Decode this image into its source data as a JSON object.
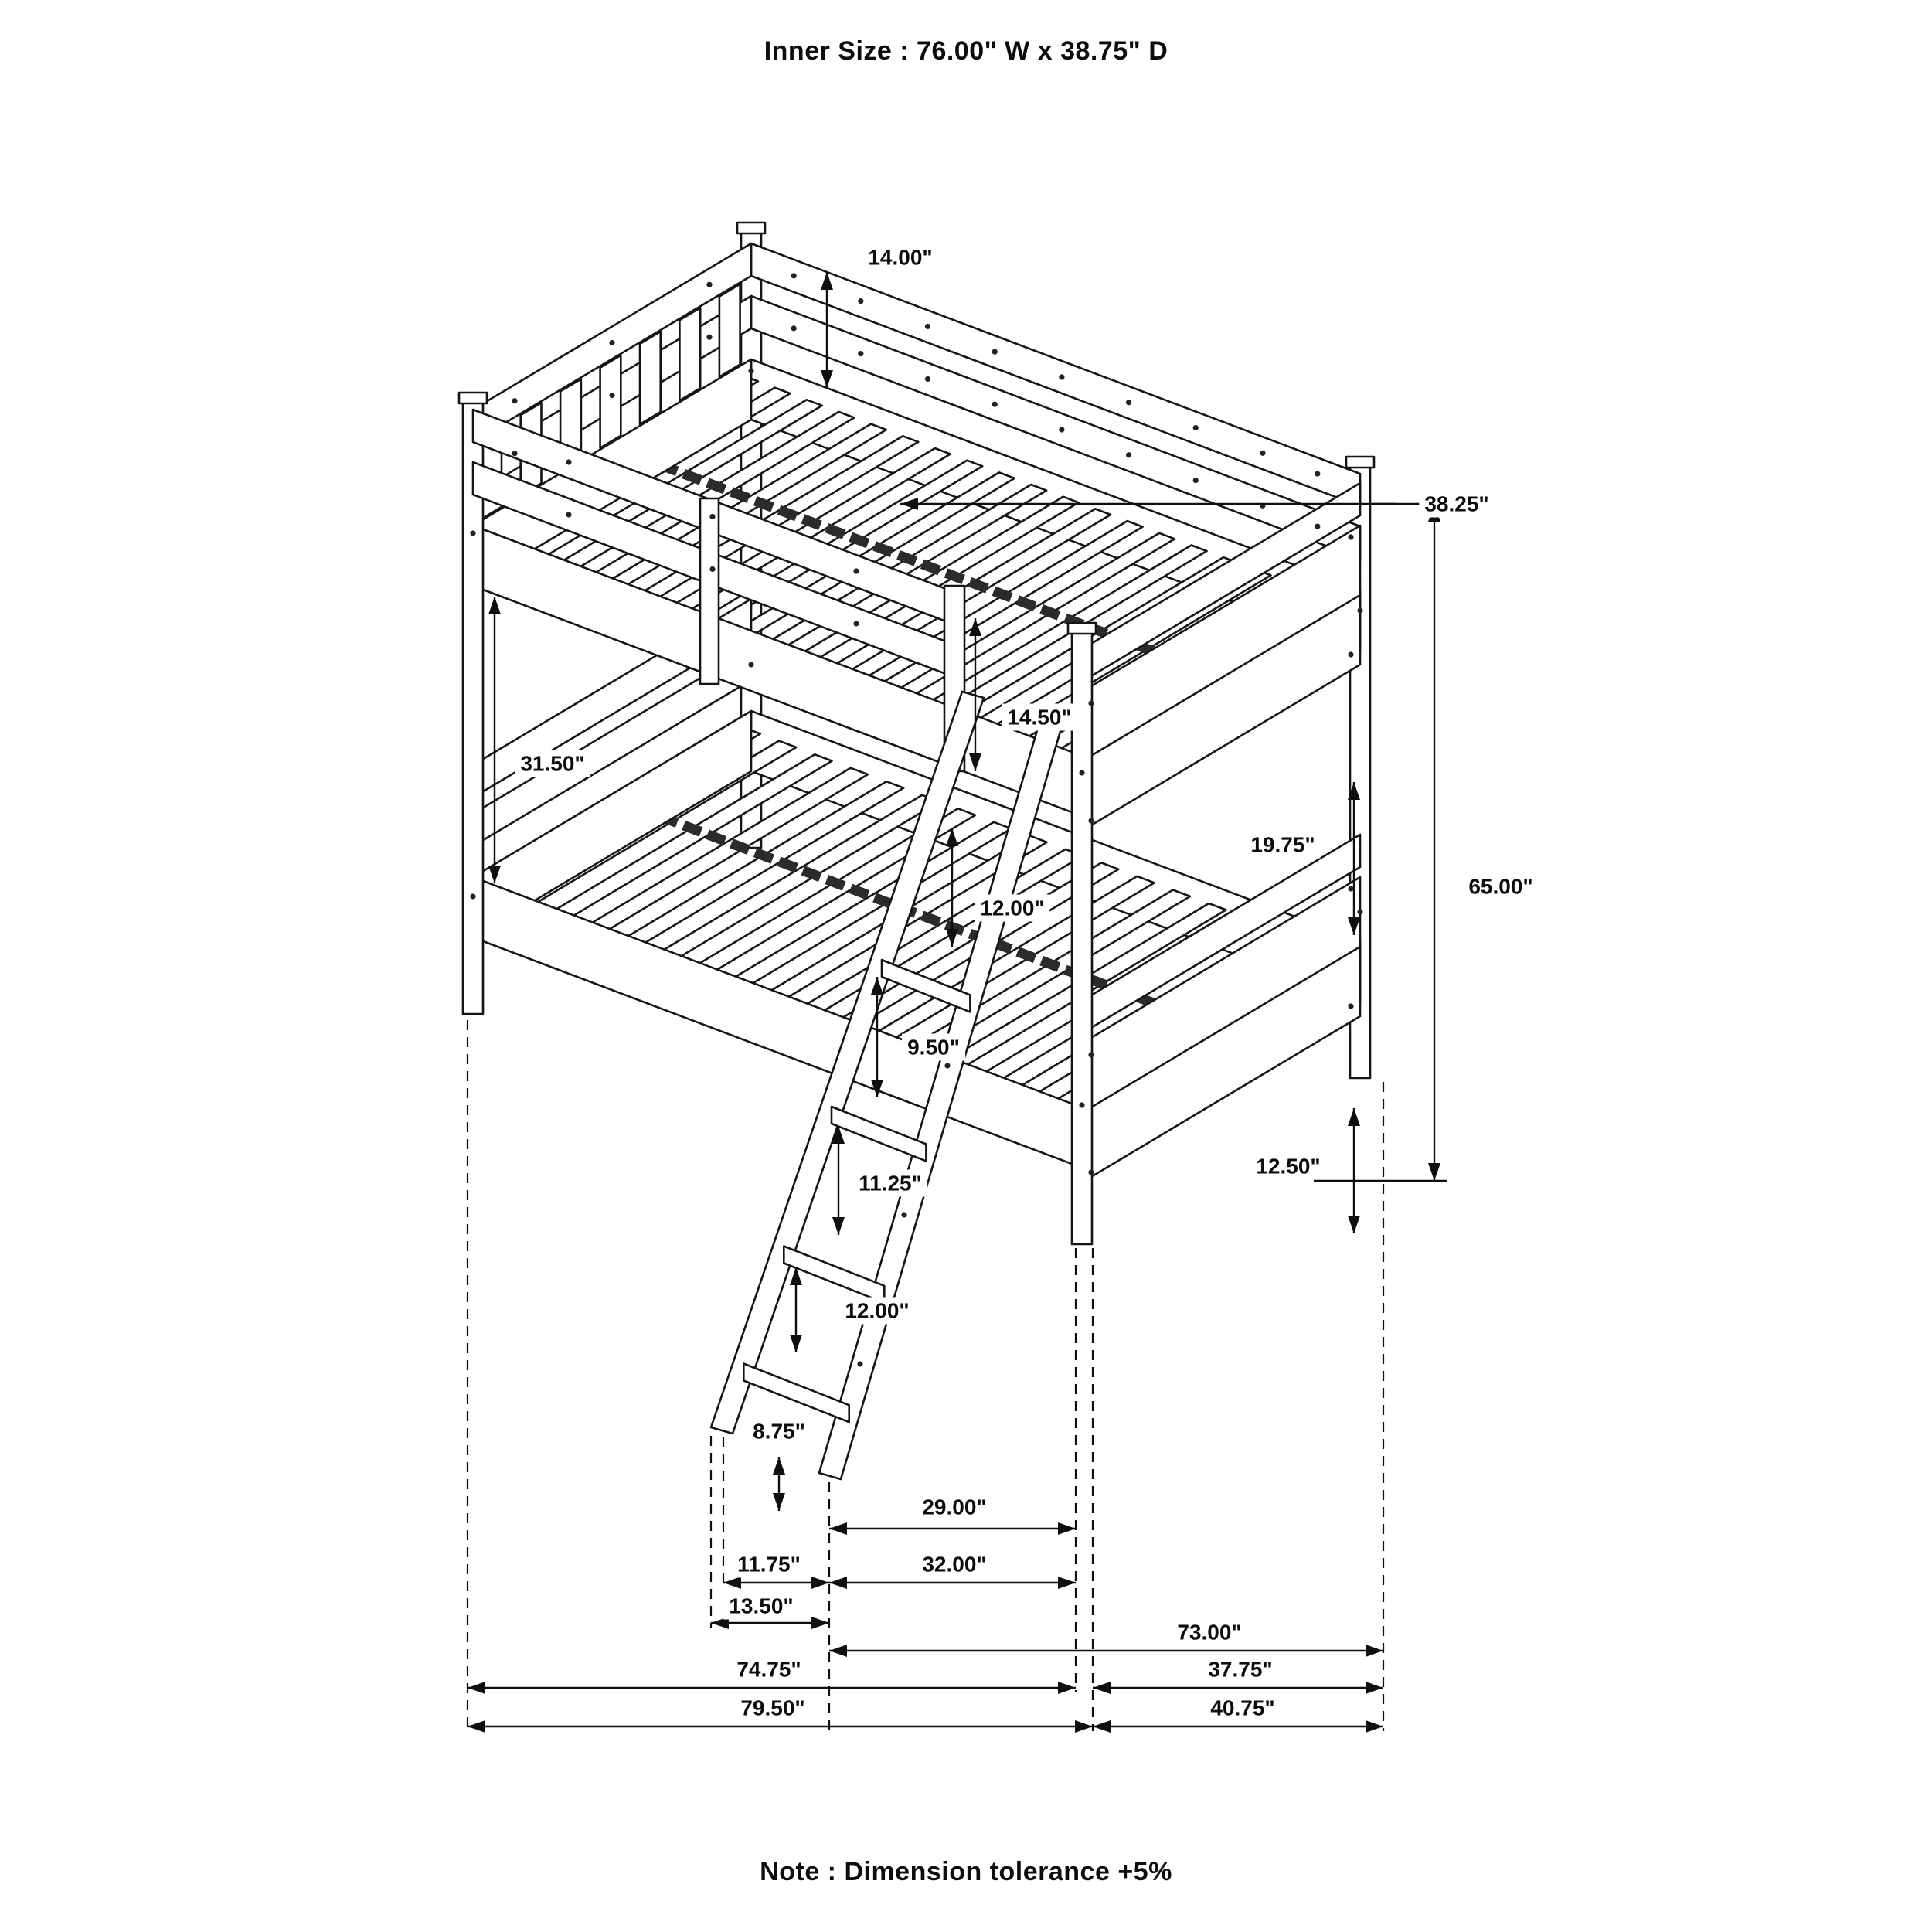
{
  "title": "Inner Size : 76.00\" W x  38.75\" D",
  "note": "Note : Dimension tolerance +5%",
  "dims": {
    "back_rail_height": "14.00\"",
    "inner_depth": "38.25\"",
    "bunk_spacing": "31.50\"",
    "guard_rail_height": "14.50\"",
    "ladder_step_top": "12.00\"",
    "footboard_panel": "19.75\"",
    "overall_height": "65.00\"",
    "ladder_step_2": "9.50\"",
    "ladder_step_3": "11.25\"",
    "ladder_step_4": "12.00\"",
    "floor_clearance": "12.50\"",
    "ladder_bottom": "8.75\"",
    "ladder_offset": "29.00\"",
    "ladder_foot_depth": "11.75\"",
    "ladder_span": "32.00\"",
    "ladder_width": "13.50\"",
    "frame_length_inner": "73.00\"",
    "frame_length_mid": "74.75\"",
    "end_depth_inner": "37.75\"",
    "overall_length": "79.50\"",
    "overall_depth": "40.75\""
  }
}
